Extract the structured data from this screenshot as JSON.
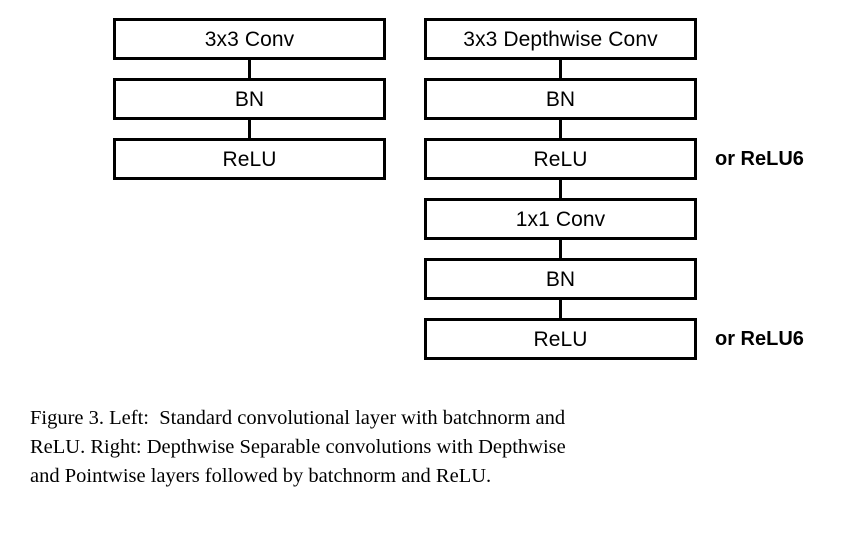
{
  "figure": {
    "left_column": {
      "name": "standard-convolution",
      "nodes": [
        {
          "label": "3x3 Conv",
          "note": ""
        },
        {
          "label": "BN",
          "note": ""
        },
        {
          "label": "ReLU",
          "note": ""
        }
      ]
    },
    "right_column": {
      "name": "depthwise-separable-convolution",
      "nodes": [
        {
          "label": "3x3 Depthwise Conv",
          "note": ""
        },
        {
          "label": "BN",
          "note": ""
        },
        {
          "label": "ReLU",
          "note": "or ReLU6"
        },
        {
          "label": "1x1 Conv",
          "note": ""
        },
        {
          "label": "BN",
          "note": ""
        },
        {
          "label": "ReLU",
          "note": "or ReLU6"
        }
      ]
    },
    "caption": {
      "line1": "Figure 3. Left:  Standard convolutional layer with batchnorm and",
      "line2": "ReLU. Right: Depthwise Separable convolutions with Depthwise",
      "line3": "and Pointwise layers followed by batchnorm and ReLU."
    },
    "colors": {
      "ink": "#000000",
      "paper": "#ffffff"
    }
  }
}
